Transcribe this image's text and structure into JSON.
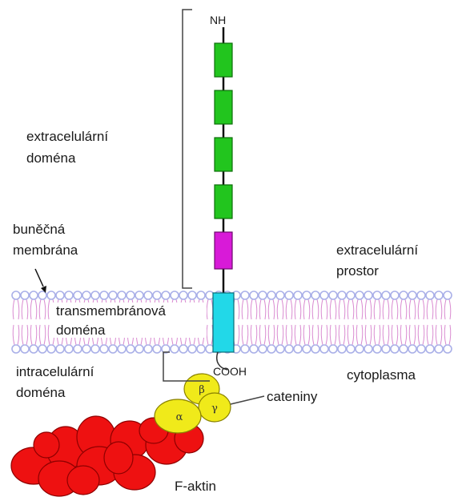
{
  "labels": {
    "nh": "NH",
    "extracellular_domain": [
      "extracelulární",
      "doména"
    ],
    "cell_membrane": [
      "buněčná",
      "membrána"
    ],
    "extracellular_space": [
      "extracelulární",
      "prostor"
    ],
    "transmembrane_domain": [
      "transmembránová",
      "doména"
    ],
    "cooh": "COOH",
    "intracellular_domain": [
      "intracelulární",
      "doména"
    ],
    "cytoplasm": "cytoplasma",
    "catenins": "cateniny",
    "f_actin": "F-aktin"
  },
  "catenins": [
    {
      "symbol": "β"
    },
    {
      "symbol": "γ"
    },
    {
      "symbol": "α"
    }
  ],
  "colors": {
    "domain_green": "#22c51e",
    "domain_magenta": "#d81ad8",
    "transmembrane_cyan": "#22d8e8",
    "catenin_yellow": "#f0ea1a",
    "actin_red": "#ee1111",
    "lipid_head": "#aab0e8",
    "lipid_tail": "#d98ad0",
    "bracket": "#444444"
  }
}
